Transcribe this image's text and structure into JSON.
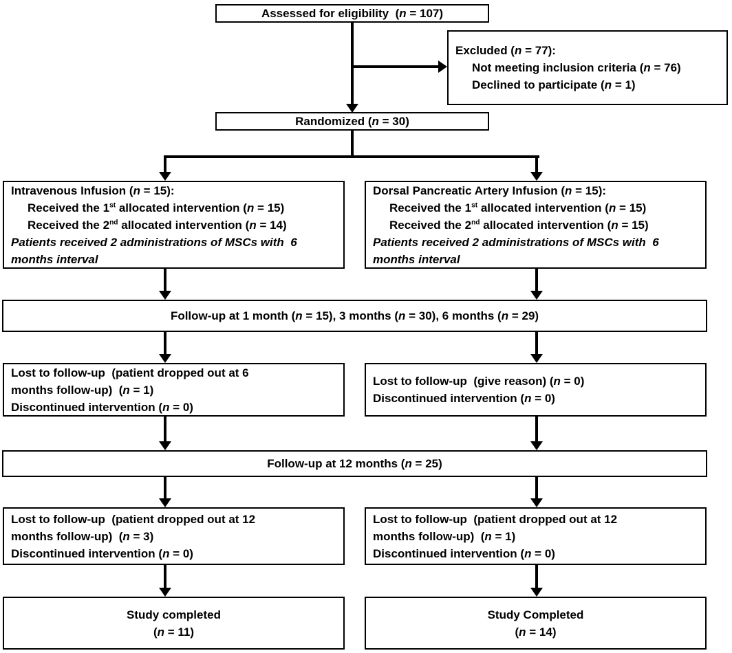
{
  "figure": {
    "kind": "consort-flow-diagram",
    "colors": {
      "ink": "#000000",
      "paper": "#ffffff"
    }
  },
  "boxes": [
    {
      "id": "assessed",
      "align": "center",
      "lines": [
        {
          "seg": [
            "Assessed for eligibility  (",
            {
              "t": "n",
              "s": "i"
            },
            " = 107)"
          ]
        }
      ]
    },
    {
      "id": "excluded",
      "align": "left",
      "lines": [
        {
          "seg": [
            "Excluded (",
            {
              "t": "n",
              "s": "i"
            },
            " = 77):"
          ]
        },
        {
          "indent": 1,
          "seg": [
            "Not meeting inclusion criteria (",
            {
              "t": "n",
              "s": "i"
            },
            " = 76)"
          ]
        },
        {
          "indent": 1,
          "seg": [
            "Declined to participate (",
            {
              "t": "n",
              "s": "i"
            },
            " = 1)"
          ]
        }
      ]
    },
    {
      "id": "randomized",
      "align": "center",
      "lines": [
        {
          "seg": [
            "Randomized (",
            {
              "t": "n",
              "s": "i"
            },
            " = 30)"
          ]
        }
      ]
    },
    {
      "id": "group_left",
      "align": "left",
      "lines": [
        {
          "seg": [
            "Intravenous Infusion (",
            {
              "t": "n",
              "s": "i"
            },
            " = 15):"
          ]
        },
        {
          "indent": 1,
          "seg": [
            "Received the 1",
            {
              "t": "st",
              "s": "sup"
            },
            " allocated intervention (",
            {
              "t": "n",
              "s": "i"
            },
            " = 15)"
          ]
        },
        {
          "indent": 1,
          "seg": [
            "Received the 2",
            {
              "t": "nd",
              "s": "sup"
            },
            " allocated intervention (",
            {
              "t": "n",
              "s": "i"
            },
            " = 14)"
          ]
        },
        {
          "italic": true,
          "seg": [
            "Patients received 2 administrations of MSCs with  6"
          ]
        },
        {
          "italic": true,
          "seg": [
            "months interval"
          ]
        }
      ]
    },
    {
      "id": "group_right",
      "align": "left",
      "lines": [
        {
          "seg": [
            "Dorsal Pancreatic Artery Infusion (",
            {
              "t": "n",
              "s": "i"
            },
            " = 15):"
          ]
        },
        {
          "indent": 1,
          "seg": [
            "Received the 1",
            {
              "t": "st",
              "s": "sup"
            },
            " allocated intervention (",
            {
              "t": "n",
              "s": "i"
            },
            " = 15)"
          ]
        },
        {
          "indent": 1,
          "seg": [
            "Received the 2",
            {
              "t": "nd",
              "s": "sup"
            },
            " allocated intervention (",
            {
              "t": "n",
              "s": "i"
            },
            " = 15)"
          ]
        },
        {
          "italic": true,
          "seg": [
            "Patients received 2 administrations of MSCs with  6"
          ]
        },
        {
          "italic": true,
          "seg": [
            "months interval"
          ]
        }
      ]
    },
    {
      "id": "followup1",
      "align": "center",
      "lines": [
        {
          "seg": [
            "Follow-up at 1 month (",
            {
              "t": "n",
              "s": "i"
            },
            " = 15), 3 months (",
            {
              "t": "n",
              "s": "i"
            },
            " = 30), 6 months (",
            {
              "t": "n",
              "s": "i"
            },
            " = 29)"
          ]
        }
      ]
    },
    {
      "id": "lost1_left",
      "align": "left",
      "lines": [
        {
          "seg": [
            "Lost to follow-up  (patient dropped out at 6"
          ]
        },
        {
          "seg": [
            "months follow-up)  (",
            {
              "t": "n",
              "s": "i"
            },
            " = 1)"
          ]
        },
        {
          "seg": [
            "Discontinued intervention (",
            {
              "t": "n",
              "s": "i"
            },
            " = 0)"
          ]
        }
      ]
    },
    {
      "id": "lost1_right",
      "align": "left",
      "lines": [
        {
          "seg": [
            "Lost to follow-up  (give reason) (",
            {
              "t": "n",
              "s": "i"
            },
            " = 0)"
          ]
        },
        {
          "seg": [
            "Discontinued intervention (",
            {
              "t": "n",
              "s": "i"
            },
            " = 0)"
          ]
        }
      ]
    },
    {
      "id": "followup2",
      "align": "center",
      "lines": [
        {
          "seg": [
            "Follow-up at 12 months (",
            {
              "t": "n",
              "s": "i"
            },
            " = 25)"
          ]
        }
      ]
    },
    {
      "id": "lost2_left",
      "align": "left",
      "lines": [
        {
          "seg": [
            "Lost to follow-up  (patient dropped out at 12"
          ]
        },
        {
          "seg": [
            "months follow-up)  (",
            {
              "t": "n",
              "s": "i"
            },
            " = 3)"
          ]
        },
        {
          "seg": [
            "Discontinued intervention (",
            {
              "t": "n",
              "s": "i"
            },
            " = 0)"
          ]
        }
      ]
    },
    {
      "id": "lost2_right",
      "align": "left",
      "lines": [
        {
          "seg": [
            "Lost to follow-up  (patient dropped out at 12"
          ]
        },
        {
          "seg": [
            "months follow-up)  (",
            {
              "t": "n",
              "s": "i"
            },
            " = 1)"
          ]
        },
        {
          "seg": [
            "Discontinued intervention (",
            {
              "t": "n",
              "s": "i"
            },
            " = 0)"
          ]
        }
      ]
    },
    {
      "id": "done_left",
      "align": "center",
      "lines": [
        {
          "seg": [
            "Study completed"
          ]
        },
        {
          "seg": [
            "(",
            {
              "t": "n",
              "s": "i"
            },
            " = 11)"
          ]
        }
      ]
    },
    {
      "id": "done_right",
      "align": "center",
      "lines": [
        {
          "seg": [
            "Study Completed"
          ]
        },
        {
          "seg": [
            "(",
            {
              "t": "n",
              "s": "i"
            },
            " = 14)"
          ]
        }
      ]
    }
  ],
  "connectors": [
    "assessed-to-randomized",
    "assessed-to-excluded",
    "randomized-split-to-both-groups",
    "groups-to-followup-1-3-6",
    "followup-1-3-6-to-lost-boxes",
    "lost-boxes-to-followup-12",
    "followup-12-to-lost-boxes",
    "lost-boxes-to-study-completed"
  ]
}
